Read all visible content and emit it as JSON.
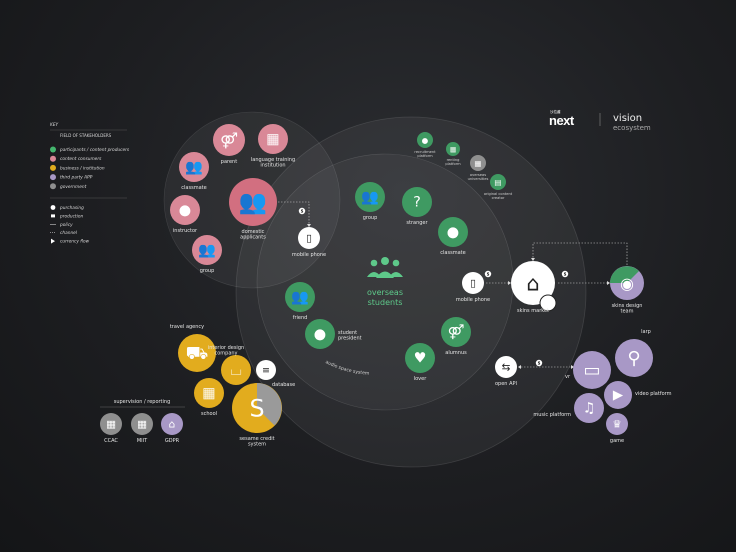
{
  "brand": {
    "logo_small": "沙拉酱",
    "logo": "next",
    "title": "vision",
    "subtitle": "ecosystem"
  },
  "colors": {
    "green": "#3f9a62",
    "pink": "#d98897",
    "pink_dark": "#d26f80",
    "yellow": "#e2ac1e",
    "purple": "#a898c6",
    "gray": "#8f8f8f",
    "white": "#ffffff"
  },
  "legend": {
    "title": "KEY",
    "section": "FIELD OF STAKEHOLDERS",
    "categories": [
      {
        "label": "participants / content producers",
        "color": "#44b66e"
      },
      {
        "label": "content consumers",
        "color": "#d98897"
      },
      {
        "label": "business / institution",
        "color": "#e2ac1e"
      },
      {
        "label": "third party APP",
        "color": "#a898c6"
      },
      {
        "label": "government",
        "color": "#8f8f8f"
      }
    ],
    "flows": [
      {
        "icon": "dollar-icon",
        "label": "purchasing"
      },
      {
        "icon": "hand-icon",
        "label": "production"
      },
      {
        "icon": "solid-line-icon",
        "label": "policy"
      },
      {
        "icon": "dashed-line-icon",
        "label": "channel"
      },
      {
        "icon": "arrow-icon",
        "label": "currency flow"
      }
    ]
  },
  "center": {
    "line1": "overseas",
    "line2": "students"
  },
  "ring_label": "audio space system",
  "supervision_label": "supervision / reporting",
  "nodes": [
    {
      "id": "group-green",
      "label": "group",
      "color": "#3f9a62",
      "icon": "people"
    },
    {
      "id": "stranger",
      "label": "stranger",
      "color": "#3f9a62",
      "icon": "question"
    },
    {
      "id": "classmate-green",
      "label": "classmate",
      "color": "#3f9a62",
      "icon": "person"
    },
    {
      "id": "friend",
      "label": "friend",
      "color": "#3f9a62",
      "icon": "people"
    },
    {
      "id": "student-president",
      "label": "student president",
      "color": "#3f9a62",
      "icon": "person"
    },
    {
      "id": "lover",
      "label": "lover",
      "color": "#3f9a62",
      "icon": "heart"
    },
    {
      "id": "alumnus",
      "label": "alumnus",
      "color": "#3f9a62",
      "icon": "couple"
    },
    {
      "id": "recruitment-platform",
      "label": "recruitment platform",
      "color": "#3f9a62",
      "icon": "person"
    },
    {
      "id": "renting-platform",
      "label": "renting platform",
      "color": "#3f9a62",
      "icon": "building"
    },
    {
      "id": "overseas-universities",
      "label": "overseas universities",
      "color": "#8f8f8f",
      "icon": "building"
    },
    {
      "id": "original-content-creator",
      "label": "original content creator",
      "color": "#3f9a62",
      "icon": "doc"
    },
    {
      "id": "parent",
      "label": "parent",
      "color": "#d98897",
      "icon": "couple"
    },
    {
      "id": "language-training",
      "label": "language training institution",
      "color": "#d98897",
      "icon": "building"
    },
    {
      "id": "classmate-pink",
      "label": "classmate",
      "color": "#d98897",
      "icon": "people"
    },
    {
      "id": "domestic-applicants",
      "label": "domestic applicants",
      "color": "#d26f80",
      "icon": "people"
    },
    {
      "id": "instructor",
      "label": "instructor",
      "color": "#d98897",
      "icon": "person"
    },
    {
      "id": "group-pink",
      "label": "group",
      "color": "#d98897",
      "icon": "people"
    },
    {
      "id": "mobile-phone-left",
      "label": "mobile phone",
      "color": "#ffffff",
      "icon": "phone"
    },
    {
      "id": "mobile-phone-right",
      "label": "mobile phone",
      "color": "#ffffff",
      "icon": "phone"
    },
    {
      "id": "skins-market",
      "label": "skins market",
      "color": "#ffffff",
      "icon": "store"
    },
    {
      "id": "skins-design-team",
      "label": "skins design team",
      "color": "#a898c6",
      "icon": "camera"
    },
    {
      "id": "open-api",
      "label": "open API",
      "color": "#ffffff",
      "icon": "api"
    },
    {
      "id": "vr",
      "label": "vr",
      "color": "#a898c6",
      "icon": "vr"
    },
    {
      "id": "larp",
      "label": "larp",
      "color": "#a898c6",
      "icon": "larp"
    },
    {
      "id": "video-platform",
      "label": "video platform",
      "color": "#a898c6",
      "icon": "play"
    },
    {
      "id": "music-platform",
      "label": "music platform",
      "color": "#a898c6",
      "icon": "music"
    },
    {
      "id": "game",
      "label": "game",
      "color": "#a898c6",
      "icon": "game"
    },
    {
      "id": "travel-agency",
      "label": "travel agency",
      "color": "#e2ac1e",
      "icon": "caravan"
    },
    {
      "id": "interior-design",
      "label": "interior design company",
      "color": "#e2ac1e",
      "icon": "sofa"
    },
    {
      "id": "school",
      "label": "school",
      "color": "#e2ac1e",
      "icon": "building"
    },
    {
      "id": "sesame-credit",
      "label": "sesame credit system",
      "color": "#e2ac1e",
      "icon": "sesame"
    },
    {
      "id": "database",
      "label": "database",
      "color": "#ffffff",
      "icon": "database"
    },
    {
      "id": "ccac",
      "label": "CCAC",
      "color": "#8f8f8f",
      "icon": "building"
    },
    {
      "id": "miit",
      "label": "MIIT",
      "color": "#8f8f8f",
      "icon": "building"
    },
    {
      "id": "gdpr",
      "label": "GDPR",
      "color": "#a898c6",
      "icon": "bank"
    }
  ]
}
